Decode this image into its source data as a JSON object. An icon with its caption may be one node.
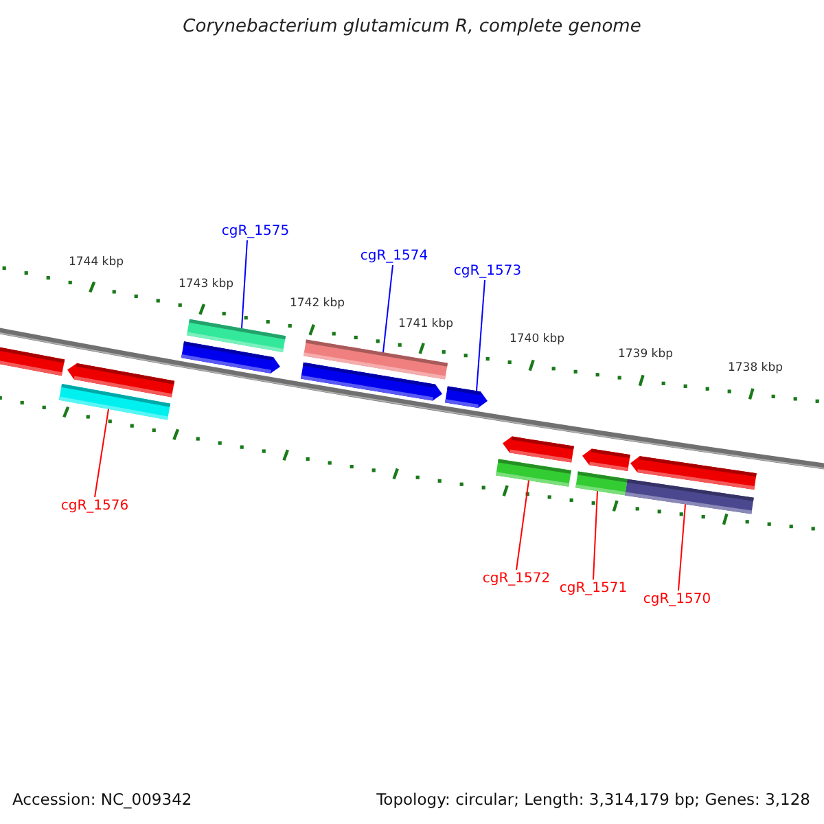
{
  "diagram": {
    "title": "Corynebacterium glutamicum R, complete genome",
    "nodes": [
      {
        "text": [
          "cgR_1575"
        ]
      },
      {
        "text": [
          "cgR_1574"
        ]
      },
      {
        "text": [
          "cgR_1573"
        ]
      },
      {
        "text": [
          "cgR_1576"
        ]
      },
      {
        "text": [
          "cgR_1572"
        ]
      },
      {
        "text": [
          "cgR_1571"
        ]
      },
      {
        "text": [
          "cgR_1570"
        ]
      },
      {
        "text": [],
        "shape": "bar"
      },
      {
        "text": [],
        "shape": "arrow"
      },
      {
        "text": [],
        "shape": "bar"
      },
      {
        "text": [],
        "shape": "arrow"
      },
      {
        "text": [],
        "shape": "bar"
      },
      {
        "text": [],
        "shape": "bar"
      },
      {
        "text": [],
        "shape": "arrow"
      },
      {
        "text": [],
        "shape": "arrow"
      },
      {
        "text": [],
        "shape": "arrow"
      },
      {
        "text": [],
        "shape": "bar"
      },
      {
        "text": [],
        "shape": "arrow"
      },
      {
        "text": [],
        "shape": "bar"
      },
      {
        "text": [],
        "shape": "arrow"
      },
      {
        "text": [],
        "shape": "bar"
      }
    ],
    "edges": [
      {
        "from": 0,
        "to": 11,
        "arrow": "none",
        "color": "#0000ff"
      },
      {
        "from": 1,
        "to": 12,
        "arrow": "none",
        "color": "#0000ff"
      },
      {
        "from": 2,
        "to": 14,
        "arrow": "none",
        "color": "#0000ff"
      },
      {
        "from": 3,
        "to": 9,
        "arrow": "none"
      },
      {
        "from": 4,
        "to": 16,
        "arrow": "none"
      },
      {
        "from": 5,
        "to": 18,
        "arrow": "none"
      },
      {
        "from": 6,
        "to": 20,
        "arrow": "none"
      }
    ],
    "labels": [
      "1744 kbp",
      "1743 kbp",
      "1742 kbp",
      "1741 kbp",
      "1740 kbp",
      "1739 kbp",
      "1738 kbp",
      "Accession: NC_009342",
      "Topology: circular; Length: 3,314,179 bp; Genes: 3,128"
    ]
  }
}
